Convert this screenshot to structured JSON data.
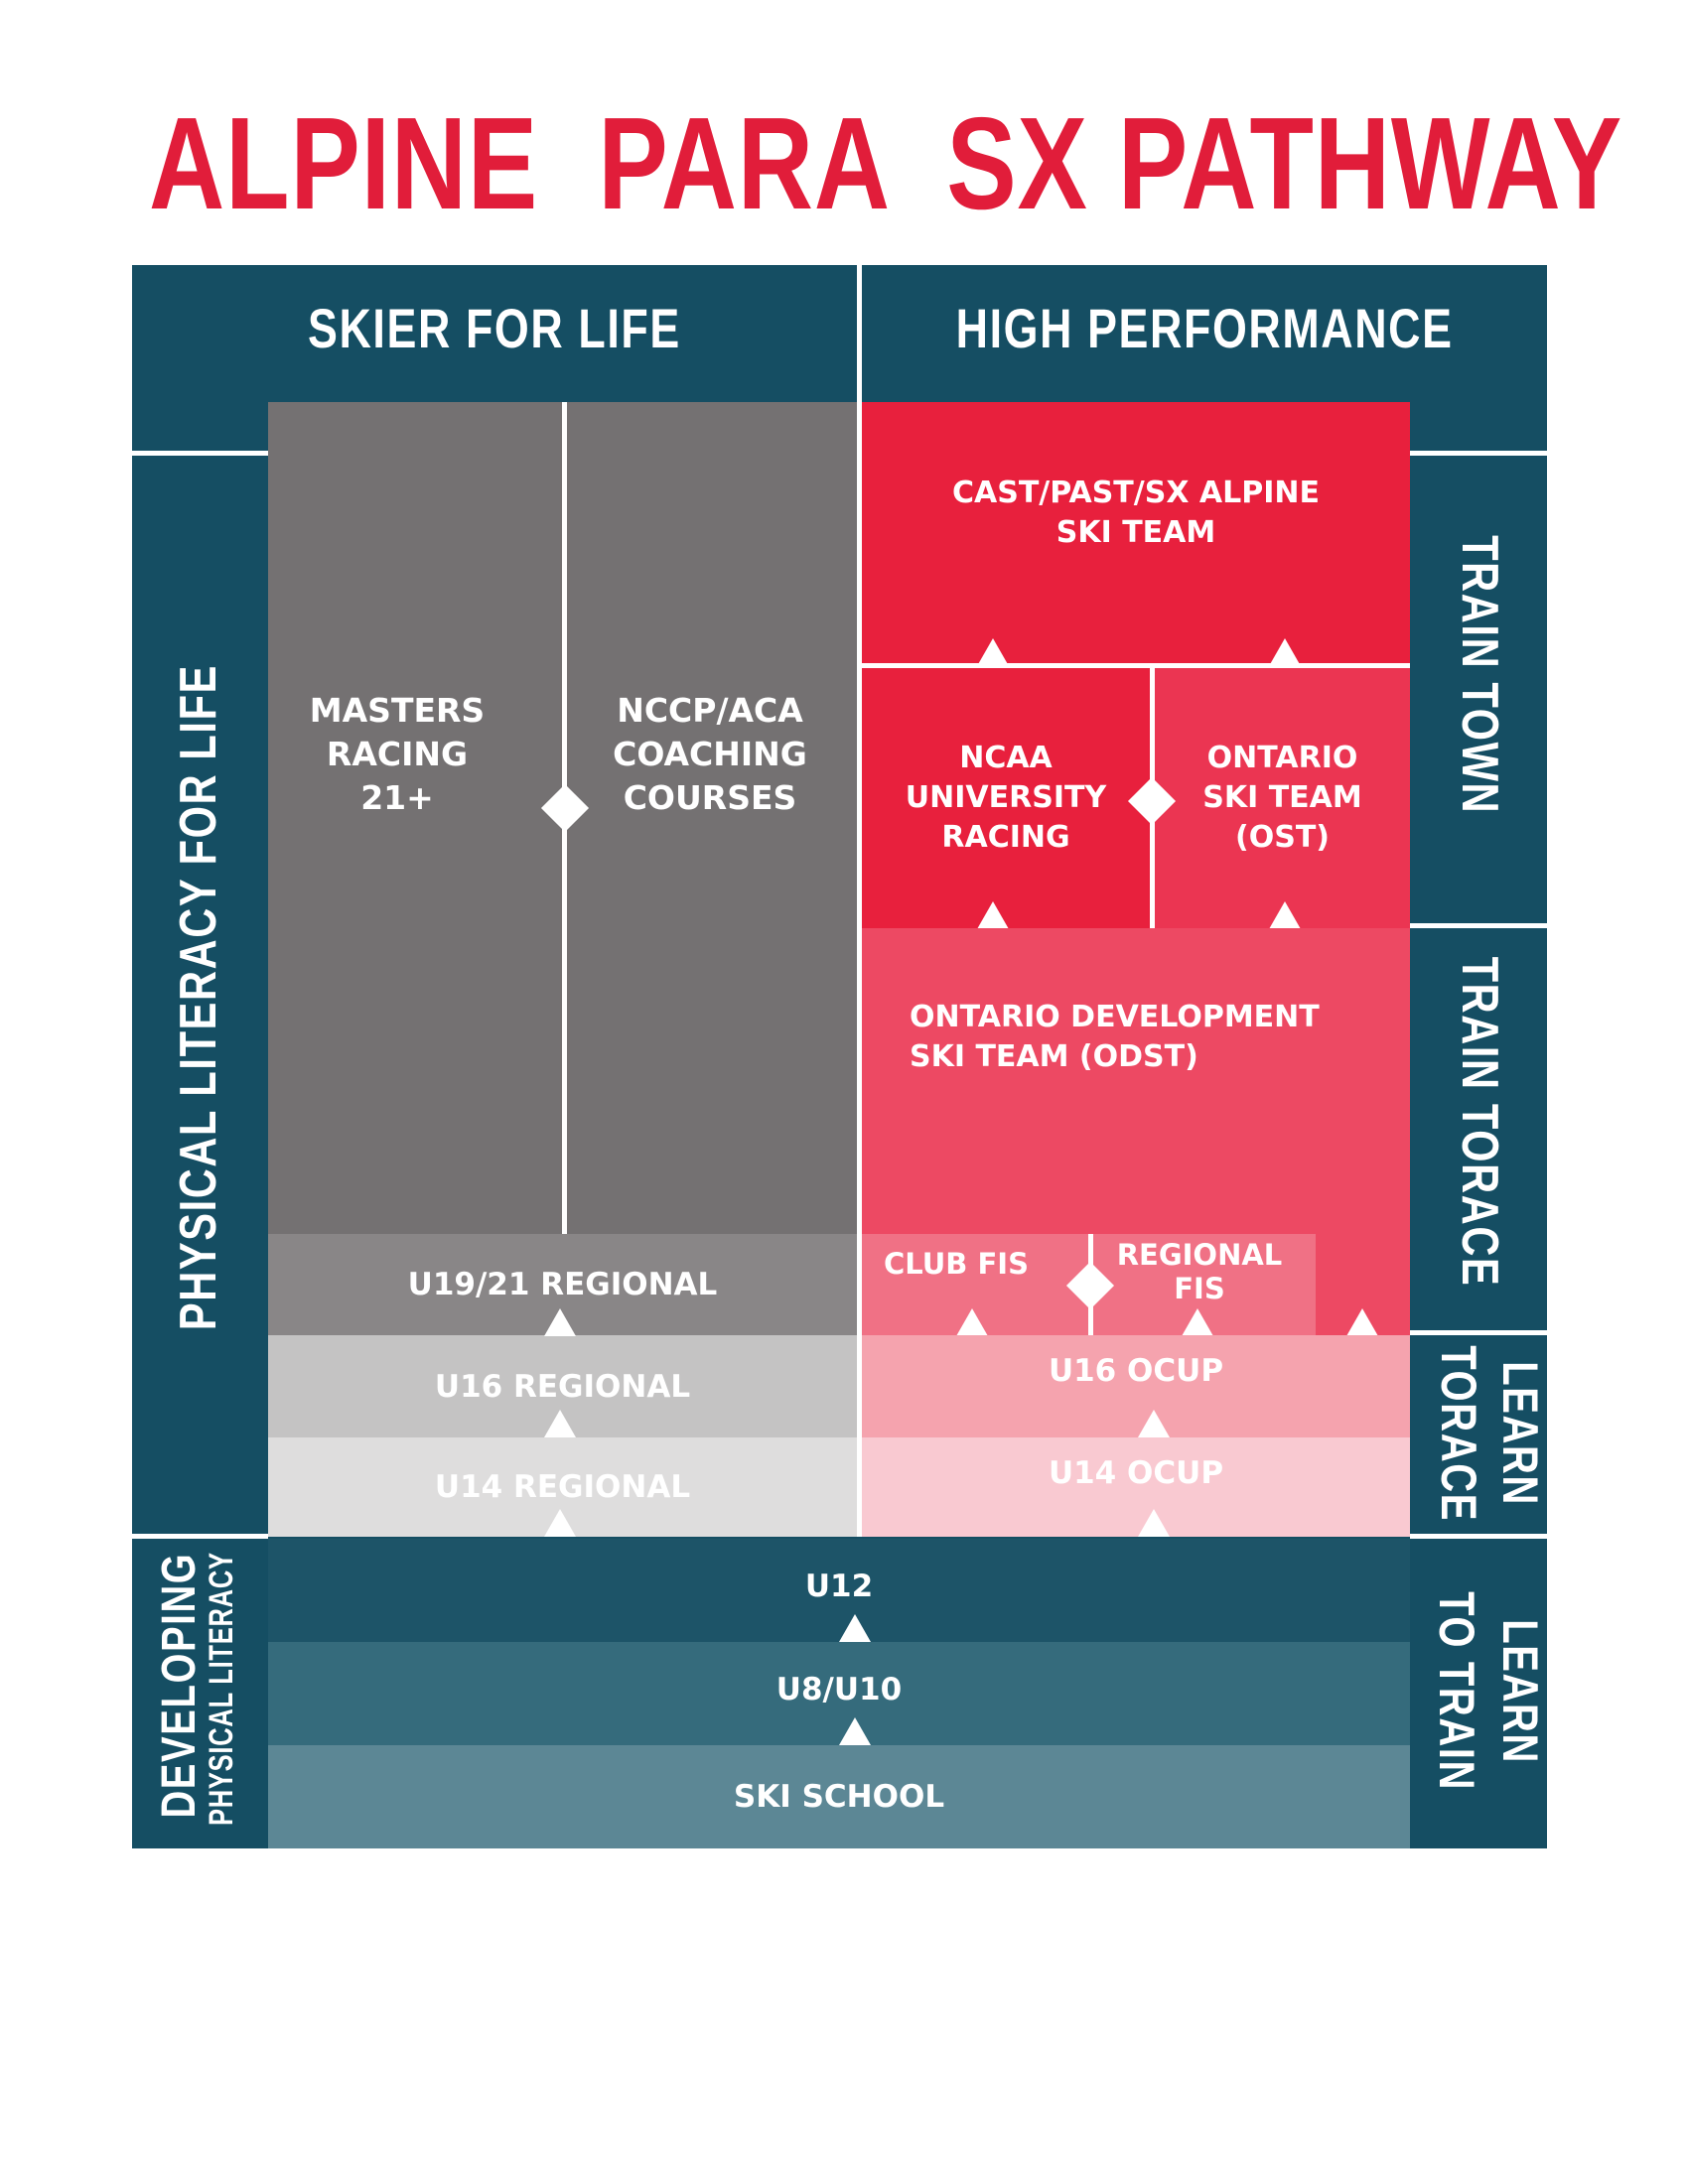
{
  "title": "ALPINE  PARA  SX PATHWAY",
  "columns": {
    "left": "SKIER FOR LIFE",
    "right": "HIGH PERFORMANCE"
  },
  "side_labels": {
    "physical_literacy": "PHYSICAL LITERACY FOR LIFE",
    "developing_1": "DEVELOPING",
    "developing_2": "PHYSICAL LITERACY",
    "train_town": "TRAIN TOWN",
    "train_torace": "TRAIN TORACE",
    "learn_torace_1": "LEARN",
    "learn_torace_2": "TORACE",
    "learn_to_train_1": "LEARN",
    "learn_to_train_2": "TO TRAIN"
  },
  "skier_for_life": {
    "masters": "MASTERS\nRACING\n21+",
    "coaching": "NCCP/ACA\nCOACHING\nCOURSES",
    "u19": "U19/21 REGIONAL",
    "u16": "U16 REGIONAL",
    "u14": "U14 REGIONAL"
  },
  "high_performance": {
    "national": "CAST/PAST/SX ALPINE\nSKI TEAM",
    "ncaa": "NCAA\nUNIVERSITY\nRACING",
    "ost": "ONTARIO\nSKI TEAM\n(OST)",
    "odst": "ONTARIO DEVELOPMENT\nSKI TEAM (ODST)",
    "club_fis": "CLUB FIS",
    "regional_fis": "REGIONAL\nFIS",
    "u16": "U16 OCUP",
    "u14": "U14 OCUP"
  },
  "foundation": {
    "u12": "U12",
    "u8": "U8/U10",
    "ski_school": "SKI SCHOOL"
  },
  "colors": {
    "title_red": "#e11d3a",
    "frame_teal": "#154e63",
    "grey_dark": "#747172",
    "grey_mid": "#898687",
    "grey_light": "#c4c3c3",
    "grey_lighter": "#dedddd",
    "red_1": "#e8203d",
    "red_2": "#eb3552",
    "red_3": "#ed4963",
    "red_4": "#f07185",
    "pink_1": "#f5a3ae",
    "pink_2": "#f9c9d1",
    "teal_1": "#1d5468",
    "teal_2": "#356b7c",
    "teal_3": "#5c8795"
  }
}
